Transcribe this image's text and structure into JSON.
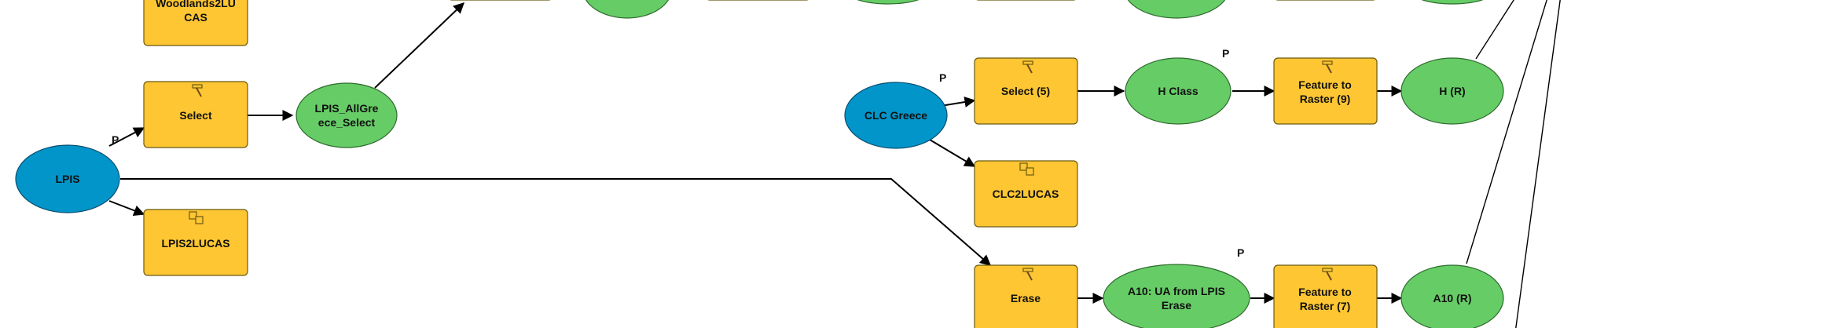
{
  "colors": {
    "input_data": "#0295c9",
    "derived_data": "#66cc66",
    "tool": "#fec632",
    "connector": "#000000"
  },
  "nodes": {
    "woodlands2lucas": {
      "kind": "tool",
      "icon": "script-icon",
      "lines": [
        "Woodlands2LU",
        "CAS"
      ]
    },
    "select": {
      "kind": "tool",
      "icon": "hammer-icon",
      "lines": [
        "Select"
      ]
    },
    "lpis_allgreece_select": {
      "kind": "derived",
      "lines": [
        "LPIS_AllGre",
        "ece_Select"
      ]
    },
    "lpis": {
      "kind": "input",
      "lines": [
        "LPIS"
      ],
      "param": "P"
    },
    "lpis2lucas": {
      "kind": "tool",
      "icon": "script-icon",
      "lines": [
        "LPIS2LUCAS"
      ]
    },
    "clc_greece": {
      "kind": "input",
      "lines": [
        "CLC Greece"
      ],
      "param": "P"
    },
    "select5": {
      "kind": "tool",
      "icon": "hammer-icon",
      "lines": [
        "Select (5)"
      ]
    },
    "h_class": {
      "kind": "derived",
      "lines": [
        "H Class"
      ],
      "param": "P"
    },
    "feature_to_raster9": {
      "kind": "tool",
      "icon": "hammer-icon",
      "lines": [
        "Feature to",
        "Raster (9)"
      ]
    },
    "h_r": {
      "kind": "derived",
      "lines": [
        "H (R)"
      ]
    },
    "clc2lucas": {
      "kind": "tool",
      "icon": "script-icon",
      "lines": [
        "CLC2LUCAS"
      ]
    },
    "erase": {
      "kind": "tool",
      "icon": "hammer-icon",
      "lines": [
        "Erase"
      ]
    },
    "a10_ua_from_lpis_erase": {
      "kind": "derived",
      "lines": [
        "A10: UA from LPIS",
        "Erase"
      ],
      "param": "P"
    },
    "feature_to_raster7": {
      "kind": "tool",
      "icon": "hammer-icon",
      "lines": [
        "Feature to",
        "Raster (7)"
      ]
    },
    "a10_r": {
      "kind": "derived",
      "lines": [
        "A10 (R)"
      ]
    },
    "top_tool_a": {
      "kind": "tool"
    },
    "top_data_b": {
      "kind": "derived"
    },
    "top_tool_c": {
      "kind": "tool"
    },
    "top_data_d": {
      "kind": "derived"
    },
    "top_tool_e": {
      "kind": "tool"
    },
    "top_data_f": {
      "kind": "derived"
    },
    "top_tool_g": {
      "kind": "tool"
    },
    "top_data_h": {
      "kind": "derived"
    }
  }
}
